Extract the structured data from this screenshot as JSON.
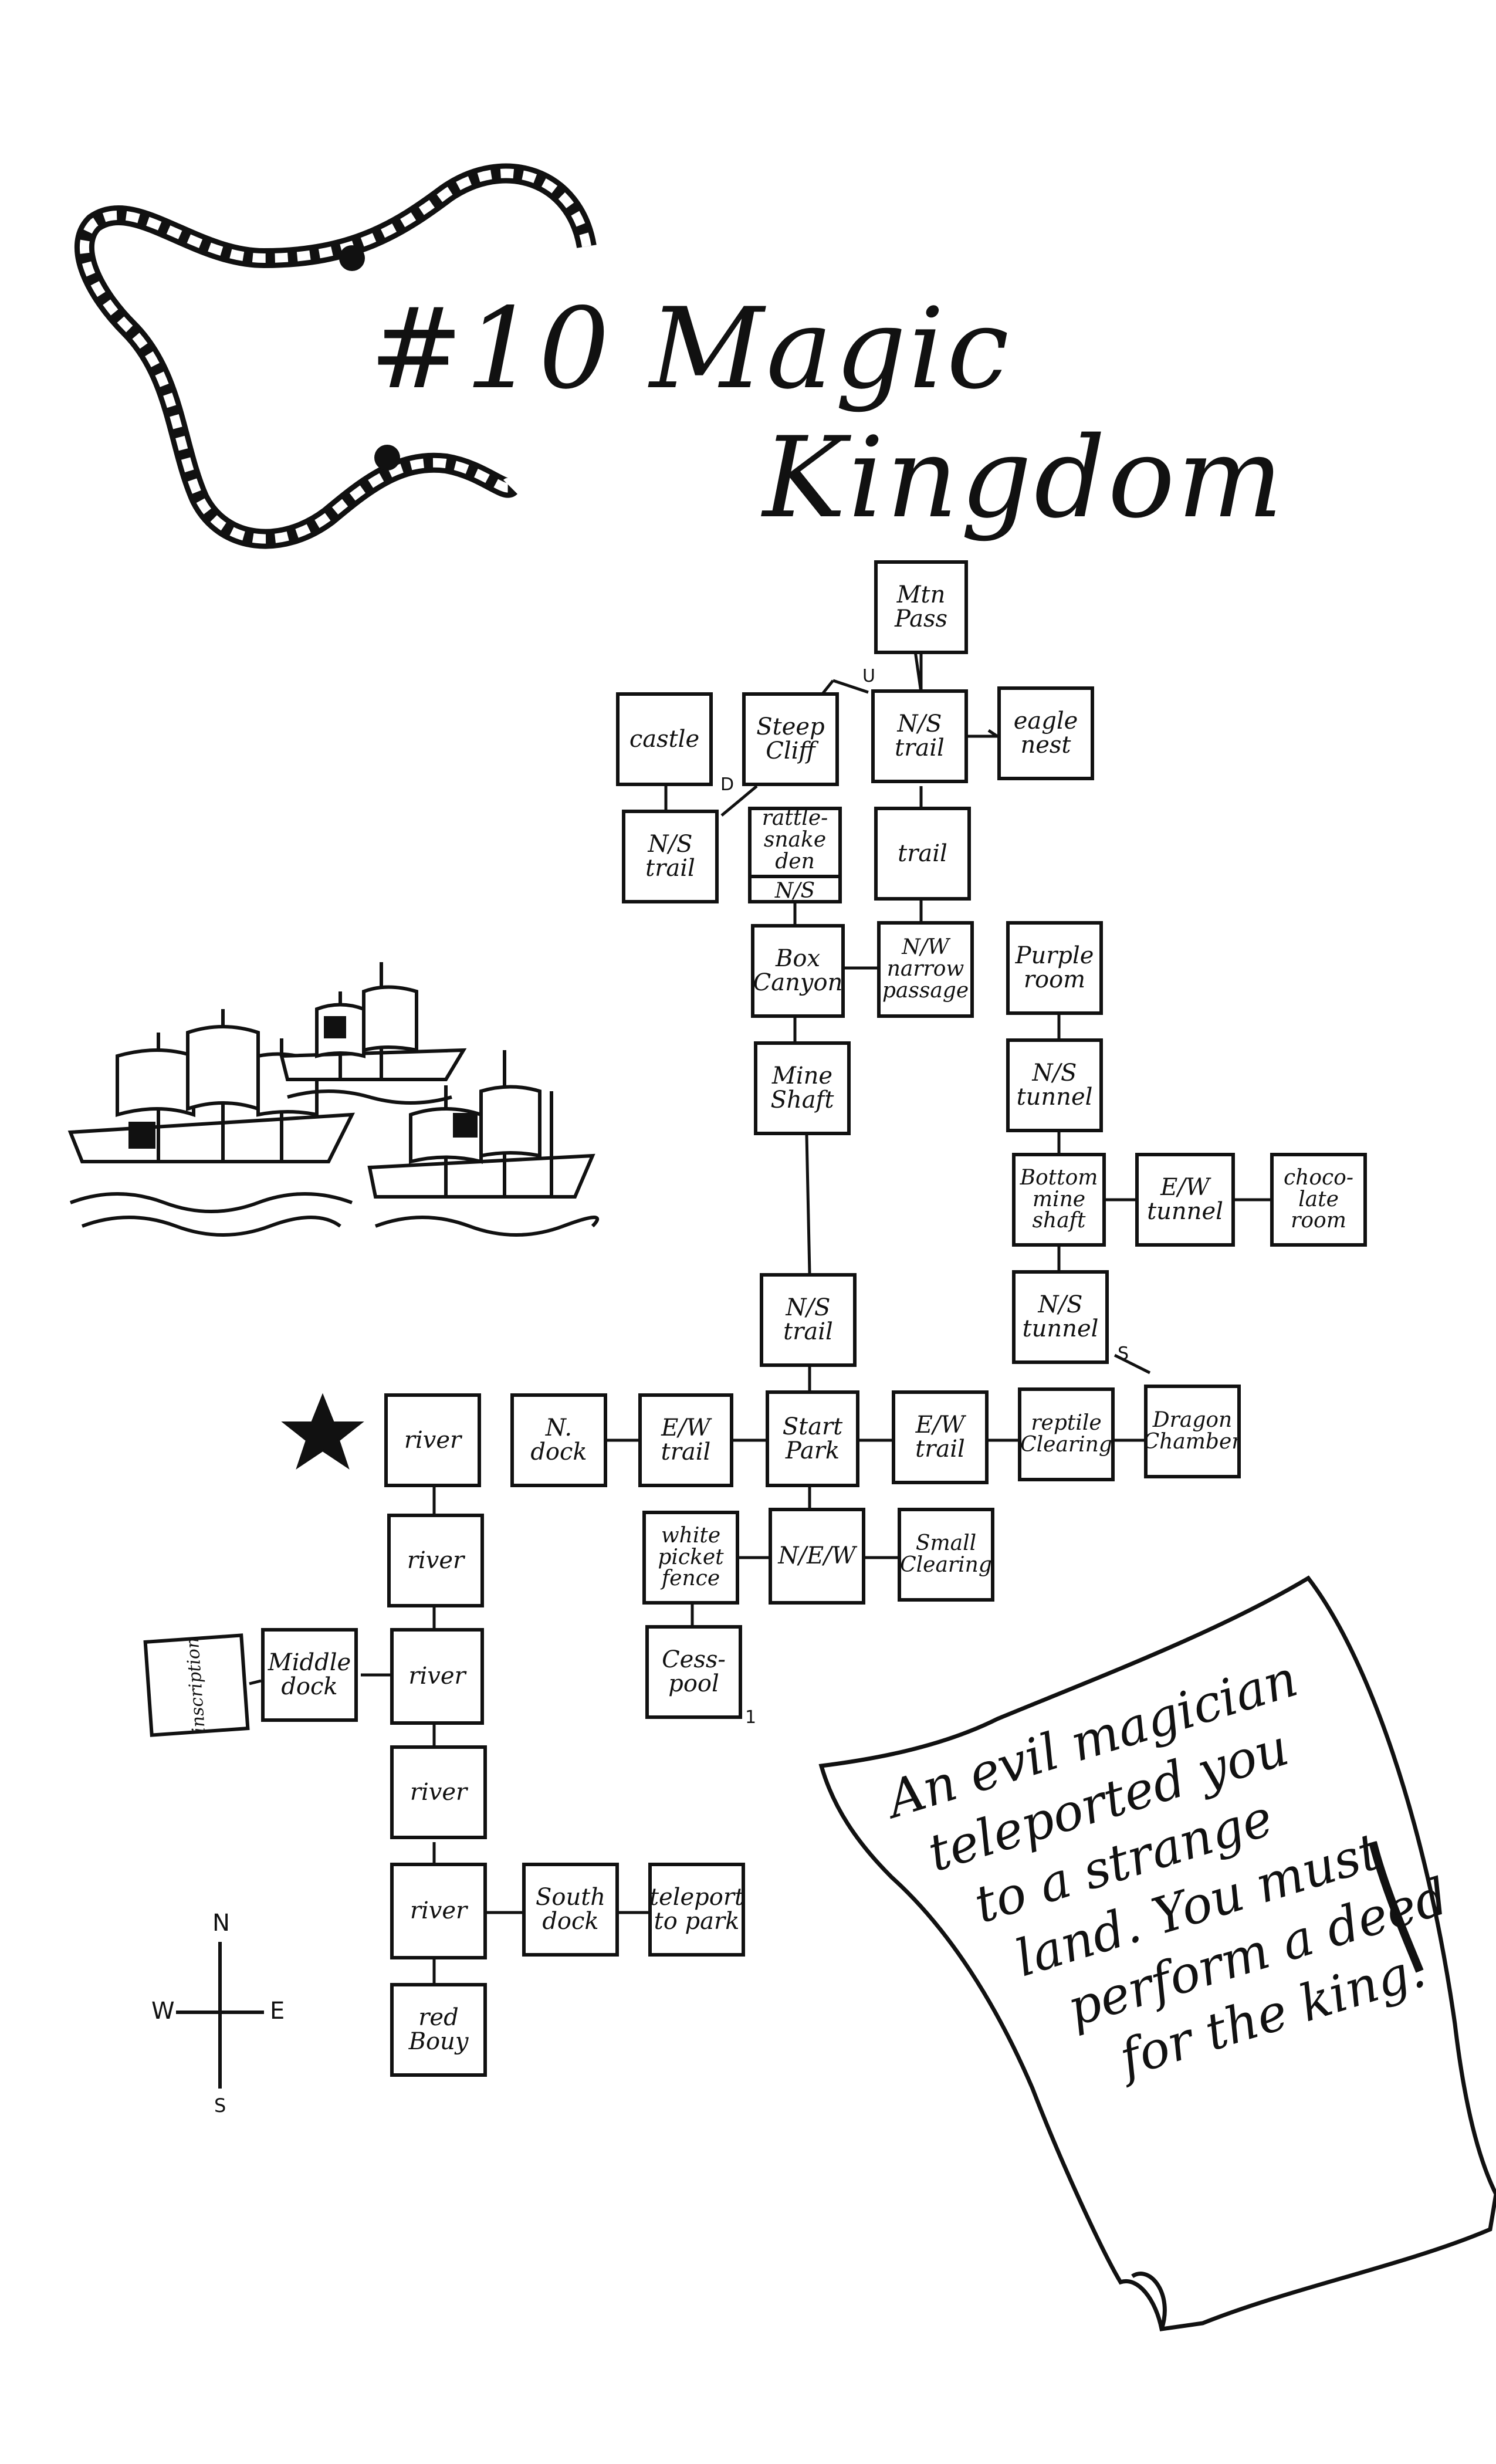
{
  "title": {
    "line1": "#10 Magic",
    "line2": "Kingdom"
  },
  "rooms": {
    "mtn_pass": "Mtn Pass",
    "castle": "castle",
    "steep_cliff": "Steep Cliff",
    "ns_trail_top": "N/S trail",
    "eagle_nest": "eagle nest",
    "ns_trail_castle": "N/S trail",
    "rattlesnake_top": "rattle-snake den",
    "rattlesnake_bottom": "N/S",
    "trail": "trail",
    "box_canyon": "Box Canyon",
    "nw_narrow": "N/W narrow passage",
    "purple_room": "Purple room",
    "mine_shaft": "Mine Shaft",
    "ns_tunnel_1": "N/S tunnel",
    "bottom_mine_shaft": "Bottom mine shaft",
    "ew_tunnel": "E/W tunnel",
    "chocolate_room": "choco-late room",
    "ns_trail_mid": "N/S trail",
    "ns_tunnel_2": "N/S tunnel",
    "river_1": "river",
    "n_dock": "N. dock",
    "ew_trail_west": "E/W trail",
    "start_park": "Start Park",
    "ew_trail_east": "E/W trail",
    "reptile_clearing": "reptile Clearing",
    "dragon_chamber": "Dragon Chamber",
    "river_2": "river",
    "white_picket": "white picket fence",
    "new": "N/E/W",
    "small_clearing": "Small Clearing",
    "inscription": "inscription",
    "middle_dock": "Middle dock",
    "river_3": "river",
    "cesspool": "Cess-pool",
    "river_4": "river",
    "river_5": "river",
    "south_dock": "South dock",
    "teleport": "teleport to park",
    "red_buoy": "red Bouy"
  },
  "connection_labels": {
    "d": "D",
    "u": "U",
    "s": "S",
    "one": "1"
  },
  "compass": {
    "n": "N",
    "s": "S",
    "e": "E",
    "w": "W"
  },
  "scroll": {
    "lines": [
      "An evil magician",
      "teleported you",
      "to a strange",
      "land. You must",
      "perform a deed",
      "for the king."
    ]
  },
  "icons": {
    "chain": "chain-icon",
    "ships": "sailing-ships-icon",
    "star": "star-icon",
    "compass": "compass-rose-icon",
    "scroll": "parchment-scroll-icon"
  }
}
